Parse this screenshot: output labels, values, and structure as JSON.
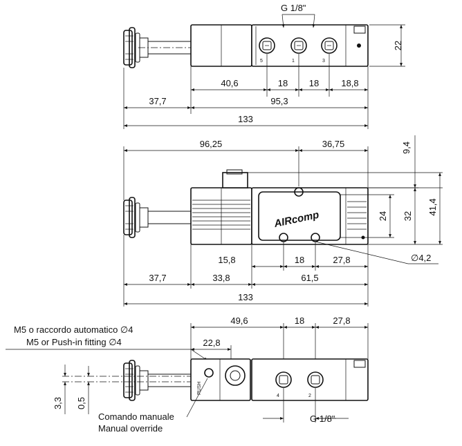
{
  "top_view": {
    "port_label": "G 1/8\"",
    "height": "22",
    "dim_a": "40,6",
    "dim_b": "18",
    "dim_c": "18",
    "dim_d": "18,8",
    "dim_left": "37,7",
    "dim_right": "95,3",
    "total": "133",
    "port_numbers": [
      "5",
      "1",
      "3"
    ]
  },
  "front_view": {
    "dim_top_left": "96,25",
    "dim_top_right": "36,75",
    "dim_v1": "9,4",
    "dim_v2": "24",
    "dim_v3": "32",
    "dim_v4": "41,4",
    "dim_a": "15,8",
    "dim_b": "18",
    "dim_c": "27,8",
    "hole": "∅4,2",
    "dim_left": "37,7",
    "dim_mid": "33,8",
    "dim_right": "61,5",
    "total": "133",
    "logo": "AIRcomp"
  },
  "bottom_view": {
    "note_it_1": "M5 o raccordo automatico ∅4",
    "note_en_1": "M5 or Push-in fitting ∅4",
    "dim_a": "49,6",
    "dim_b": "18",
    "dim_c": "27,8",
    "dim_d": "22,8",
    "dim_v1": "3,3",
    "dim_v2": "0,5",
    "note_it_2": "Comando manuale",
    "note_en_2": "Manual override",
    "port_label": "G 1/8\"",
    "push_label": "PUSH",
    "port_numbers": [
      "4",
      "2"
    ]
  }
}
